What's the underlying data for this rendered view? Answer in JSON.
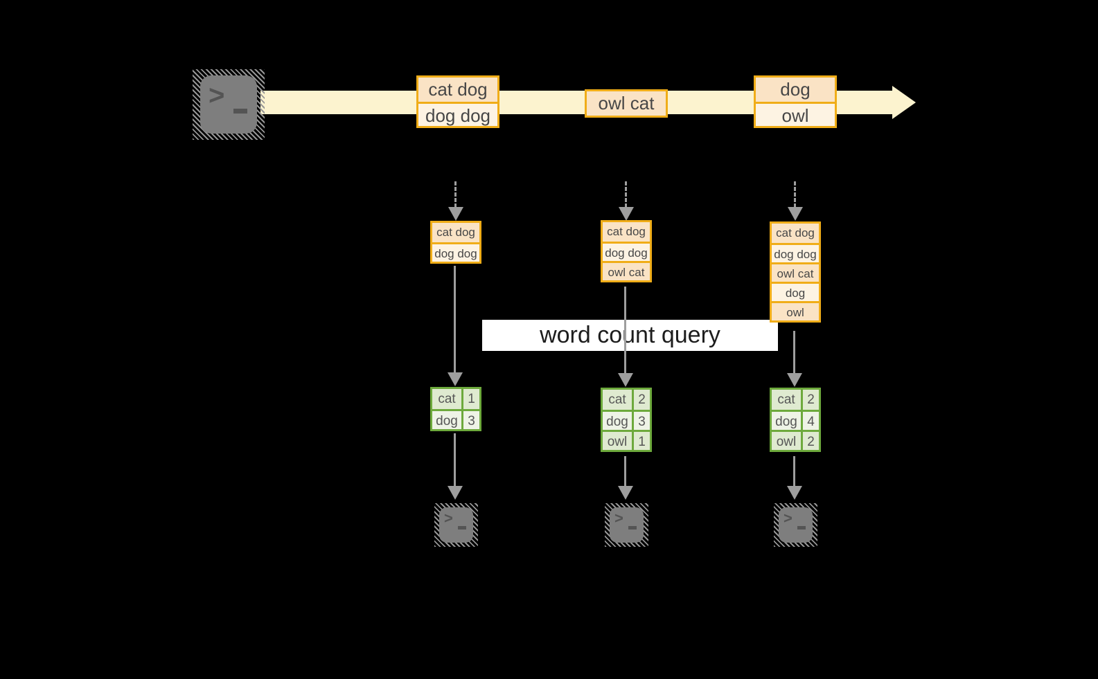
{
  "scene": {
    "query_label": "word count query",
    "prompt_glyph": ">",
    "colors": {
      "background": "#000000",
      "stream_band": "#fcf3cf",
      "gold_border": "#f0ad18",
      "peach_fill": "#fae3c5",
      "cream_fill": "#fdf3e3",
      "green_border": "#6da93c",
      "green_fill_dark": "#dfead0",
      "green_fill_light": "#eef3e6",
      "connector_gray": "#9e9e9e",
      "terminal_gray": "#7e7e7e"
    }
  },
  "timeline": {
    "events": [
      {
        "rows": [
          "cat dog",
          "dog dog"
        ]
      },
      {
        "rows": [
          "owl cat"
        ]
      },
      {
        "rows": [
          "dog",
          "owl"
        ]
      }
    ]
  },
  "columns": [
    {
      "buffer": [
        "cat dog",
        "dog dog"
      ],
      "counts": [
        {
          "word": "cat",
          "count": "1"
        },
        {
          "word": "dog",
          "count": "3"
        }
      ]
    },
    {
      "buffer": [
        "cat dog",
        "dog dog",
        "owl cat"
      ],
      "counts": [
        {
          "word": "cat",
          "count": "2"
        },
        {
          "word": "dog",
          "count": "3"
        },
        {
          "word": "owl",
          "count": "1"
        }
      ]
    },
    {
      "buffer": [
        "cat dog",
        "dog dog",
        "owl cat",
        "dog",
        "owl"
      ],
      "counts": [
        {
          "word": "cat",
          "count": "2"
        },
        {
          "word": "dog",
          "count": "4"
        },
        {
          "word": "owl",
          "count": "2"
        }
      ]
    }
  ]
}
